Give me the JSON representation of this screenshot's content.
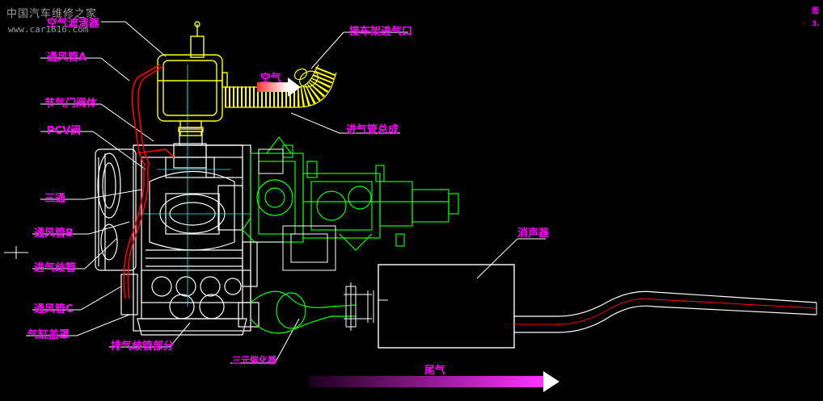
{
  "watermark": {
    "site_name": "中国汽车维修之家",
    "url": "www.car1616.com"
  },
  "corner_text": {
    "line1": "图",
    "line2": "3、"
  },
  "labels": {
    "air_filter": "空气滤清器",
    "vent_pipe_a": "通风管A",
    "throttle_body": "节气门阀体",
    "pcv_valve": "PCV阀",
    "tee": "三通",
    "vent_pipe_b": "通风管B",
    "intake_manifold": "进气歧管",
    "vent_pipe_c": "通风管C",
    "cylinder_cover": "气缸盖罩",
    "exhaust_manifold": "排气歧管部分",
    "catalytic_converter": "三元催化器",
    "intake_port": "接车架进气口",
    "air": "空气",
    "intake_pipe_assembly": "进气管总成",
    "muffler": "消声器",
    "exhaust_gas": "尾气"
  },
  "colors": {
    "background": "#000000",
    "label": "#ff00ff",
    "engine": "#ffffff",
    "transmission": "#00ff00",
    "air_filter": "#ffff00",
    "vent_pipe": "#ff0000",
    "intake_pipe": "#ffff00",
    "catalytic": "#00ff00",
    "exhaust_pipe": "#ffffff",
    "exhaust_center": "#ff0000",
    "arrow_gradient_start": "#000000",
    "arrow_gradient_end": "#ff33ff"
  }
}
